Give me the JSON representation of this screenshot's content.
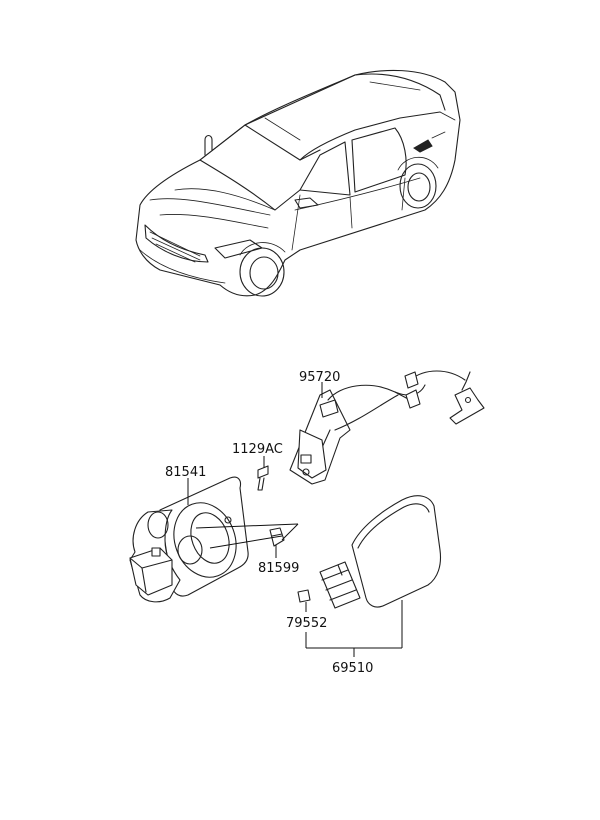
{
  "parts": {
    "p95720": "95720",
    "p1129AC": "1129AC",
    "p81541": "81541",
    "p81599": "81599",
    "p79552": "79552",
    "p69510": "69510"
  }
}
